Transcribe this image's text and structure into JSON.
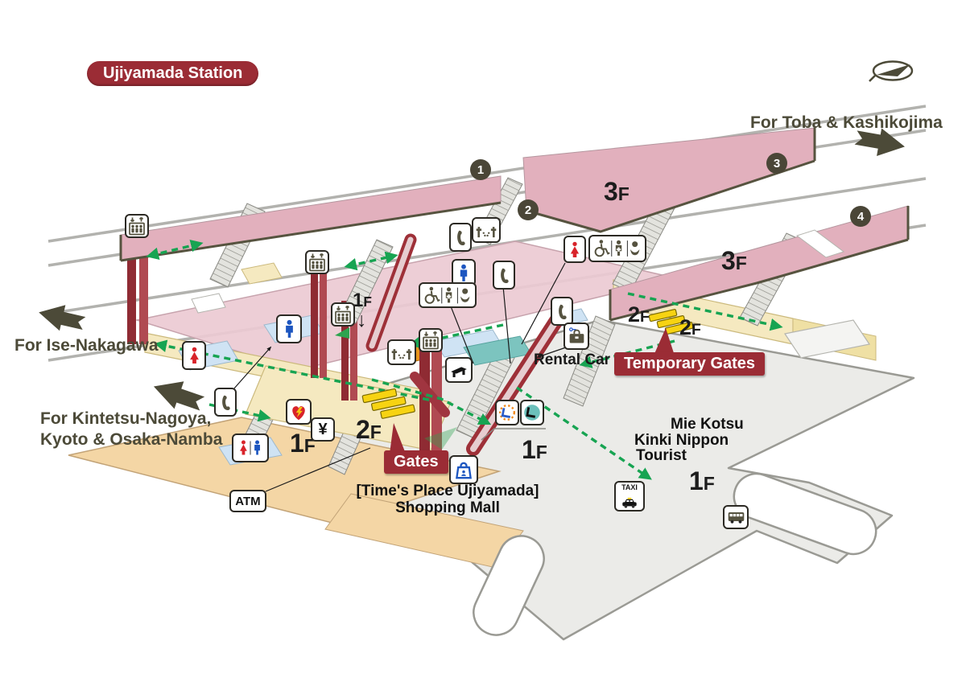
{
  "station": {
    "name": "Ujiyamada Station"
  },
  "directions": {
    "toba": "For Toba & Kashikojima",
    "ise": "For Ise-Nakagawa",
    "nagoya_line1": "For Kintetsu-Nagoya,",
    "nagoya_line2": "Kyoto & Osaka-Namba"
  },
  "gate_labels": {
    "main": "Gates",
    "temporary": "Temporary Gates"
  },
  "platforms": [
    {
      "number": "1"
    },
    {
      "number": "2"
    },
    {
      "number": "3"
    },
    {
      "number": "4"
    }
  ],
  "floor_labels": [
    {
      "num": "3",
      "suffix": "F"
    },
    {
      "num": "3",
      "suffix": "F"
    },
    {
      "num": "2",
      "suffix": "F"
    },
    {
      "num": "2",
      "suffix": "F"
    },
    {
      "num": "2",
      "suffix": "F"
    },
    {
      "num": "1",
      "suffix": "F"
    },
    {
      "num": "1",
      "suffix": "F"
    },
    {
      "num": "1",
      "suffix": "F"
    },
    {
      "num": "1",
      "suffix": "F",
      "down_arrow": "↓"
    }
  ],
  "places": {
    "rental_car": "Rental Car",
    "tourist_line1": "Mie Kotsu",
    "tourist_line2": "Kinki Nippon",
    "tourist_line3": "Tourist",
    "mall_line1": "[Time's Place Ujiyamada]",
    "mall_line2": "Shopping Mall",
    "atm": "ATM",
    "taxi": "TAXI",
    "currency_exchange": "¥"
  },
  "icon_legend": [
    "elevator",
    "telephone",
    "drinking-fountain",
    "mens-toilet",
    "womens-toilet",
    "wheelchair-accessible",
    "multipurpose-toilet",
    "baby-care",
    "service-counter",
    "limited-express-ticket-office",
    "ticket-office",
    "rental-car-counter",
    "shopping-mall",
    "aed",
    "currency-exchange",
    "atm",
    "taxi-stand",
    "bus-stop",
    "ticket-gates",
    "compass"
  ],
  "colors": {
    "accent_red": "#9b2c35",
    "platform_pink": "#e2b0bd",
    "concourse_pink": "#eccad2",
    "walkway_cream": "#f5e9c0",
    "floor_gray": "#ebebe8",
    "floor_tan": "#f4d6a5",
    "route_green": "#17a452",
    "gate_yellow": "#f7d312",
    "dark_olive": "#4c4a38",
    "restroom_blue": "#1d56c0",
    "restroom_red": "#d8232a"
  }
}
